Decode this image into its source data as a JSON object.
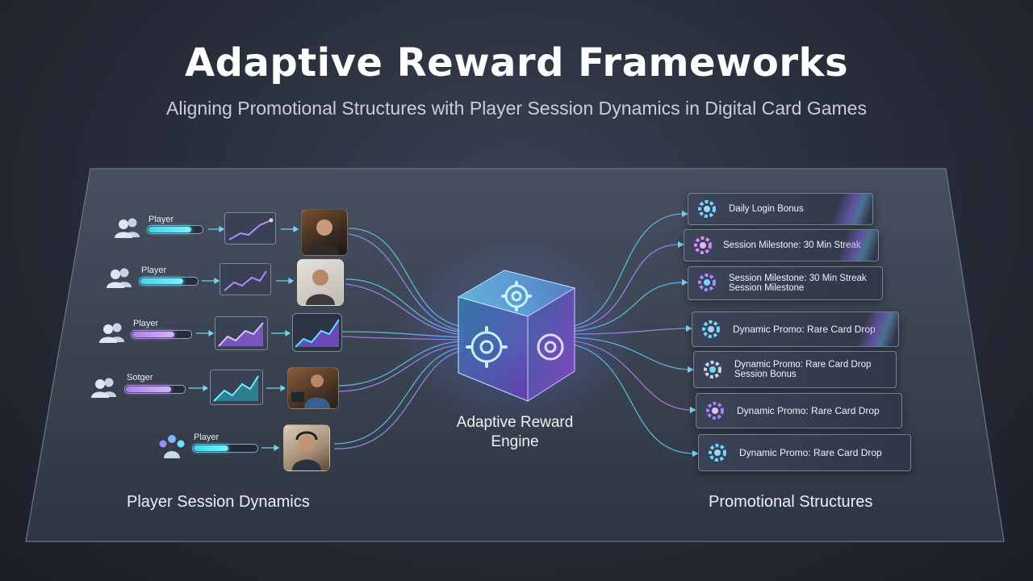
{
  "header": {
    "title": "Adaptive Reward Frameworks",
    "subtitle": "Aligning Promotional Structures with Player Session Dynamics in Digital Card Games"
  },
  "engine": {
    "label": "Adaptive Reward Engine"
  },
  "left_column": {
    "label": "Player Session Dynamics",
    "players": [
      {
        "name": "Player",
        "bar_color": "cyan",
        "progress": 0.8
      },
      {
        "name": "Player",
        "bar_color": "cyan",
        "progress": 0.75
      },
      {
        "name": "Player",
        "bar_color": "violet",
        "progress": 0.72
      },
      {
        "name": "Sotger",
        "bar_color": "violet",
        "progress": 0.78
      },
      {
        "name": "Player",
        "bar_color": "cyan",
        "progress": 0.55
      }
    ]
  },
  "right_column": {
    "label": "Promotional Structures",
    "promos": [
      {
        "line1": "Daily Login Bonus",
        "line2": ""
      },
      {
        "line1": "Session Milestone: 30 Min Streak",
        "line2": ""
      },
      {
        "line1": "Session Milestone: 30 Min Streak",
        "line2": "Session Milestone"
      },
      {
        "line1": "Dynamic Promo: Rare Card Drop",
        "line2": ""
      },
      {
        "line1": "Dynamic Promo: Rare Card Drop",
        "line2": "Session Bonus"
      },
      {
        "line1": "Dynamic Promo: Rare Card Drop",
        "line2": ""
      },
      {
        "line1": "Dynamic Promo: Rare Card Drop",
        "line2": ""
      }
    ]
  },
  "colors": {
    "accent_cyan": "#3ad8f0",
    "accent_violet": "#b07cf5",
    "panel": "#3b4252"
  }
}
